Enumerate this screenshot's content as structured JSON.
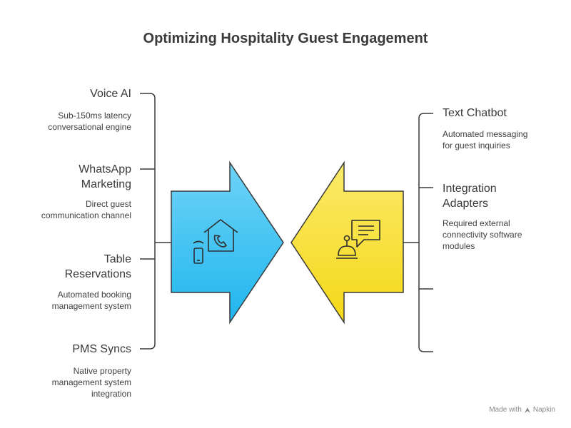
{
  "title": "Optimizing Hospitality Guest Engagement",
  "left_items": [
    {
      "heading": "Voice AI",
      "description": "Sub-150ms latency\nconversational engine"
    },
    {
      "heading": "WhatsApp\nMarketing",
      "description": "Direct guest\ncommunication channel"
    },
    {
      "heading": "Table\nReservations",
      "description": "Automated booking\nmanagement system"
    },
    {
      "heading": "PMS Syncs",
      "description": "Native property\nmanagement system\nintegration"
    }
  ],
  "right_items": [
    {
      "heading": "Text Chatbot",
      "description": "Automated messaging\nfor guest inquiries"
    },
    {
      "heading": "Integration\nAdapters",
      "description": "Required external\nconnectivity software\nmodules"
    }
  ],
  "icons": {
    "left_arrow": [
      "smartphone-icon",
      "house-phone-icon"
    ],
    "right_arrow": [
      "service-bell-icon",
      "chat-bubble-icon"
    ]
  },
  "colors": {
    "left_arrow_top": "#6fd3f7",
    "left_arrow_bottom": "#1fb6ee",
    "right_arrow_top": "#fbea6a",
    "right_arrow_bottom": "#f5d818",
    "outline": "#3a3a3a"
  },
  "footer": {
    "text": "Made with",
    "brand": "Napkin"
  }
}
